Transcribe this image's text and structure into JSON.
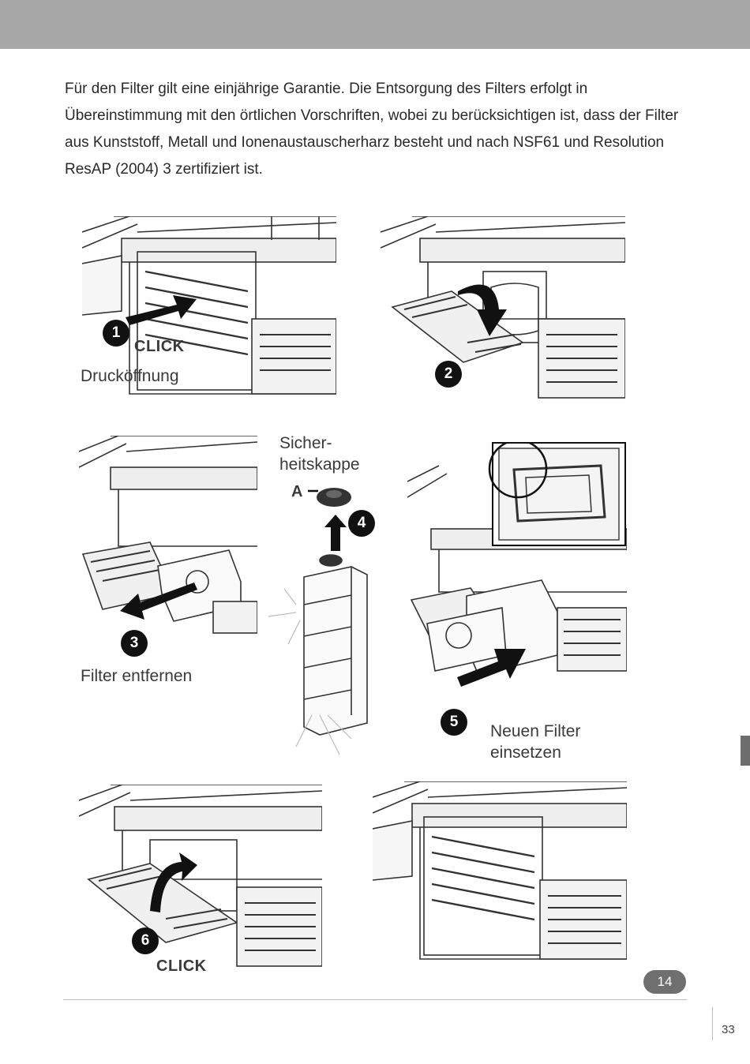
{
  "intro_text": "Für den Filter gilt eine einjährige Garantie. Die Entsorgung des Filters erfolgt in Übereinstimmung mit den örtlichen Vorschriften, wobei zu berücksichtigen ist, dass der Filter aus Kunststoff, Metall und Ionenaustauscherharz besteht und nach NSF61 und Resolution ResAP (2004) 3 zertifiziert ist.",
  "steps": {
    "s1": {
      "number": "1",
      "click": "CLICK",
      "caption": "Drucköffnung"
    },
    "s2": {
      "number": "2"
    },
    "s3": {
      "number": "3",
      "caption": "Filter entfernen"
    },
    "s4": {
      "number": "4",
      "caption_line1": "Sicher-",
      "caption_line2": "heitskappe",
      "callout": "A"
    },
    "s5": {
      "number": "5",
      "caption_line1": "Neuen Filter",
      "caption_line2": "einsetzen"
    },
    "s6": {
      "number": "6",
      "click": "CLICK"
    }
  },
  "footer": {
    "chapter": "14",
    "page": "33"
  },
  "colors": {
    "header": "#a7a7a7",
    "badge": "#111111",
    "pill": "#6f6f6f"
  }
}
